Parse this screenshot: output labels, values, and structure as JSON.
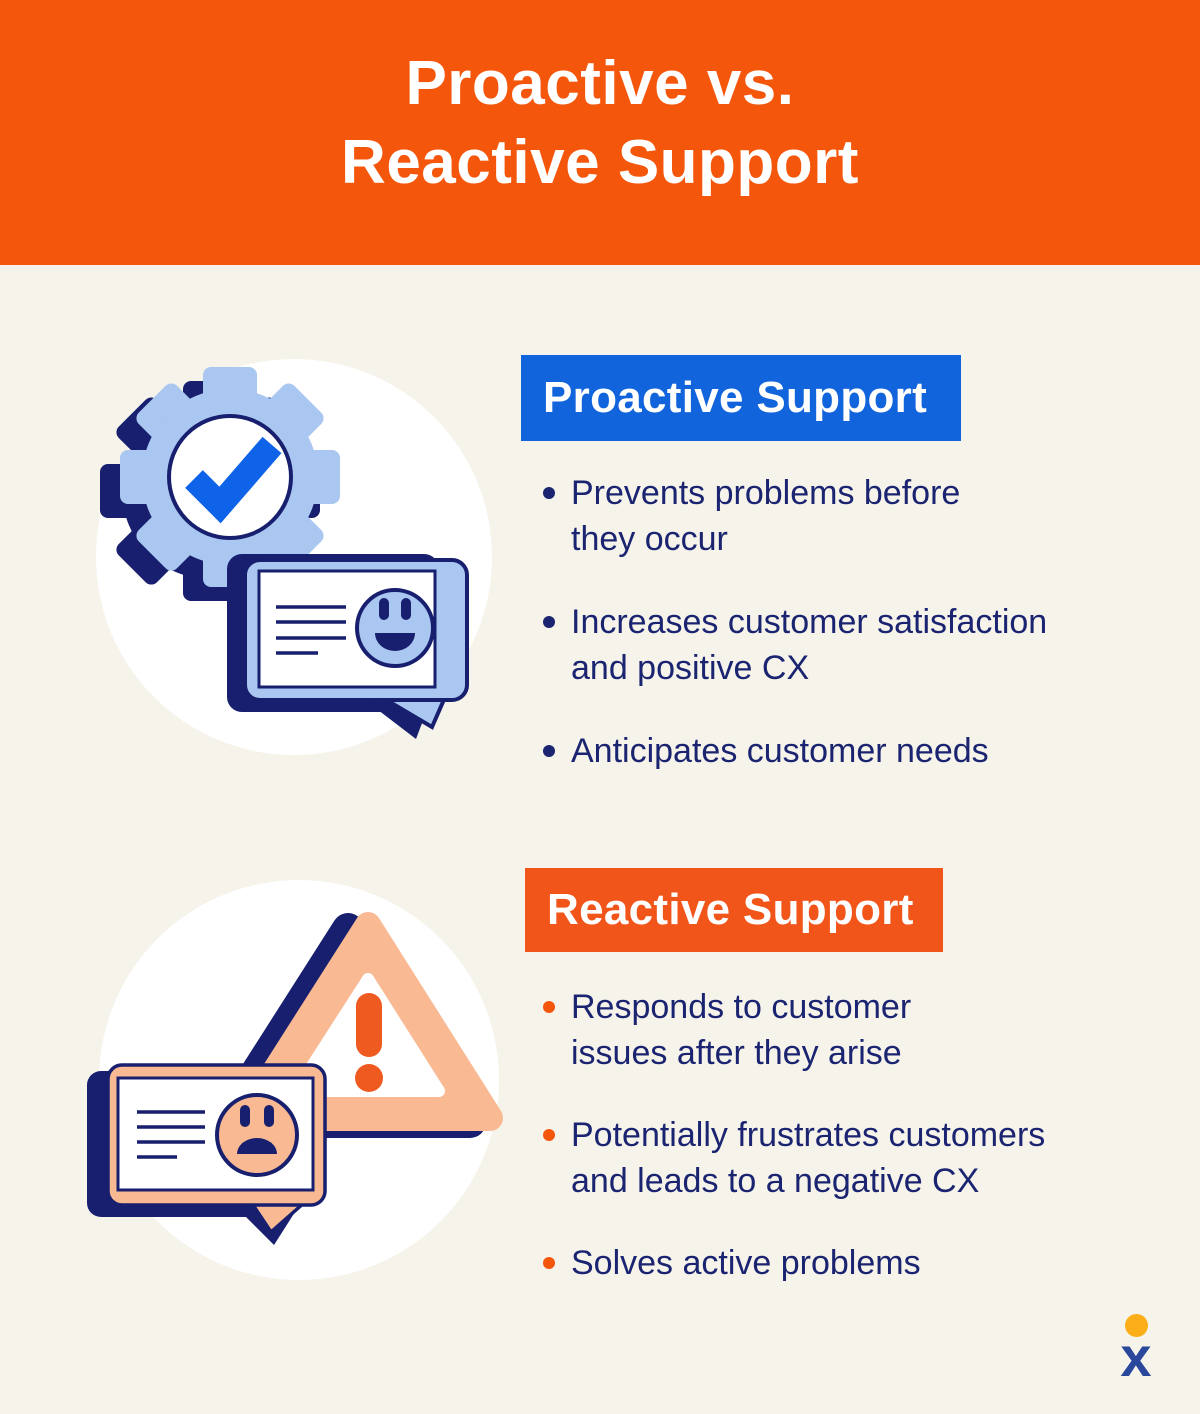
{
  "title": {
    "line1": "Proactive vs.",
    "line2": "Reactive Support"
  },
  "sections": {
    "proactive": {
      "label": "Proactive Support",
      "bullets": [
        "Prevents problems before\nthey occur",
        "Increases customer satisfaction\nand positive CX",
        "Anticipates customer needs"
      ]
    },
    "reactive": {
      "label": "Reactive Support",
      "bullets": [
        "Responds to customer\nissues after they arise",
        "Potentially frustrates customers\nand leads to a negative CX",
        "Solves active problems"
      ]
    }
  },
  "icons": {
    "proactive": "gear-with-checkmark-and-happy-chat-bubble",
    "reactive": "warning-triangle-and-sad-chat-bubble"
  },
  "logo": {
    "letter": "x"
  },
  "colors": {
    "band_orange": "#F4570C",
    "box_orange": "#F2551A",
    "cream": "#F5F3EA",
    "blue": "#1164DC",
    "navy_text": "#1B2470",
    "ill_navy": "#171F6E",
    "light_blue": "#A9C7F0",
    "check_blue": "#0E63E8",
    "peach": "#F8B993",
    "excl_orange": "#EE5A1F",
    "logo_blue": "#2B479C",
    "logo_amber": "#FBAE17"
  }
}
